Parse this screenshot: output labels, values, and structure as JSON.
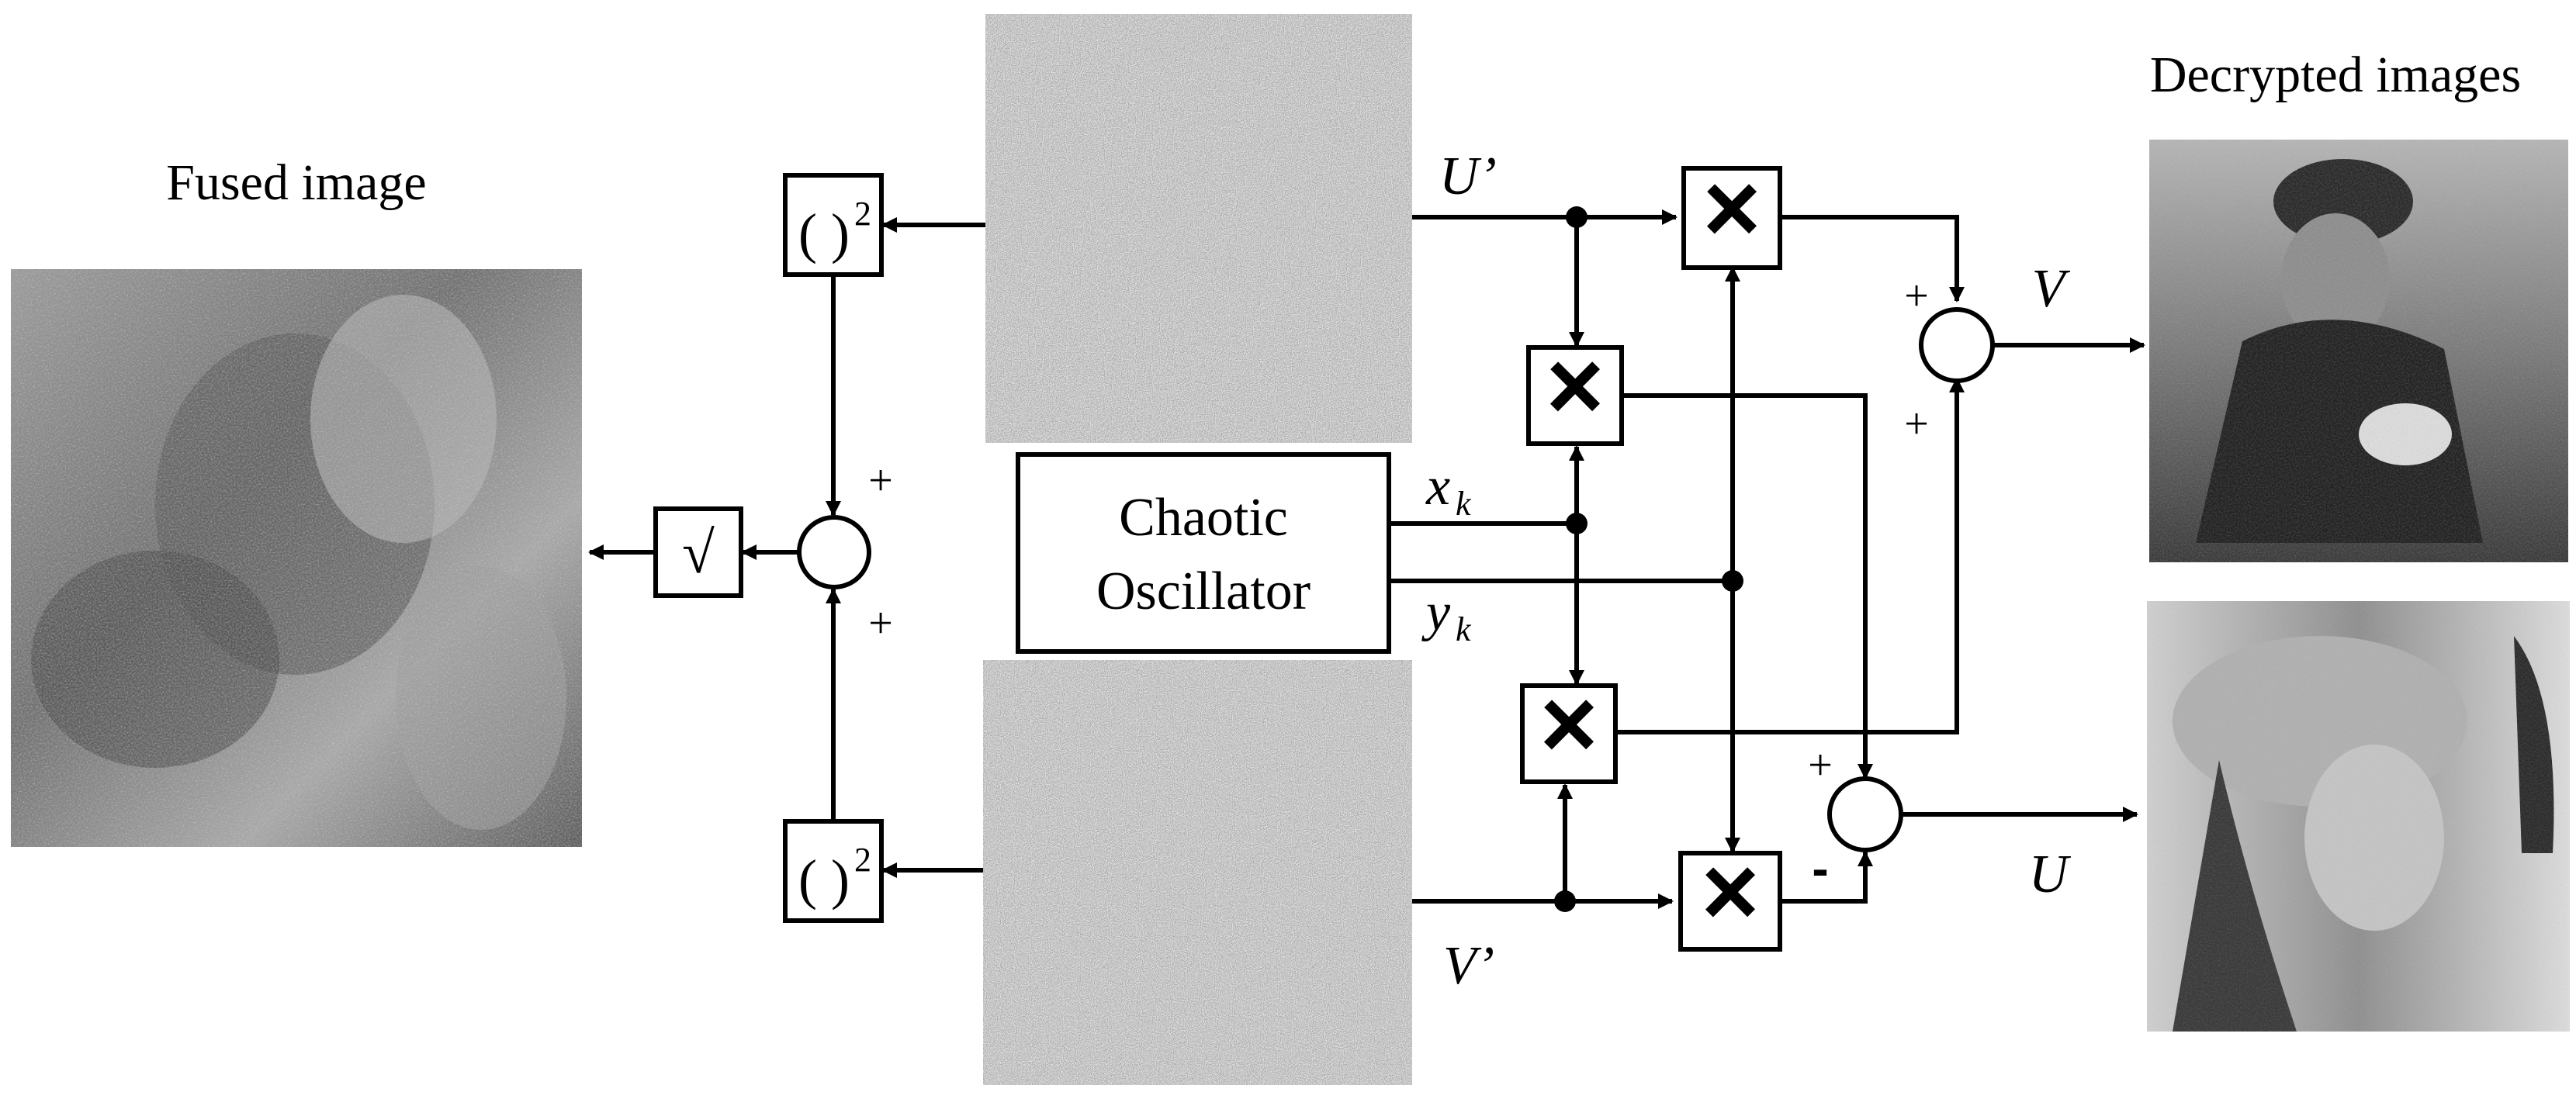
{
  "labels": {
    "fused_image": "Fused image",
    "decrypted_images": "Decrypted images",
    "chaotic_line1": "Chaotic",
    "chaotic_line2": "Oscillator",
    "sqrt_symbol": "√",
    "square_paren": "( )",
    "square_exp": "2",
    "multiply_symbol": "×",
    "u_prime": "U’",
    "v_prime": "V’",
    "x_var": "x",
    "x_sub": "k",
    "y_var": "y",
    "y_sub": "k",
    "v_out": "V",
    "u_out": "U",
    "plus": "+",
    "minus": "-"
  },
  "colors": {
    "line": "#000000",
    "background": "#ffffff",
    "noise_dark": "#3a3a3a",
    "noise_light": "#cfcfcf",
    "photo_mid": "#8a8a8a"
  },
  "images": {
    "fused": "fused-grayscale-image",
    "noise_top": "encrypted-noise-image",
    "noise_bottom": "encrypted-noise-image",
    "decrypted_top": "decrypted-photo-man",
    "decrypted_bottom": "decrypted-photo-woman"
  }
}
